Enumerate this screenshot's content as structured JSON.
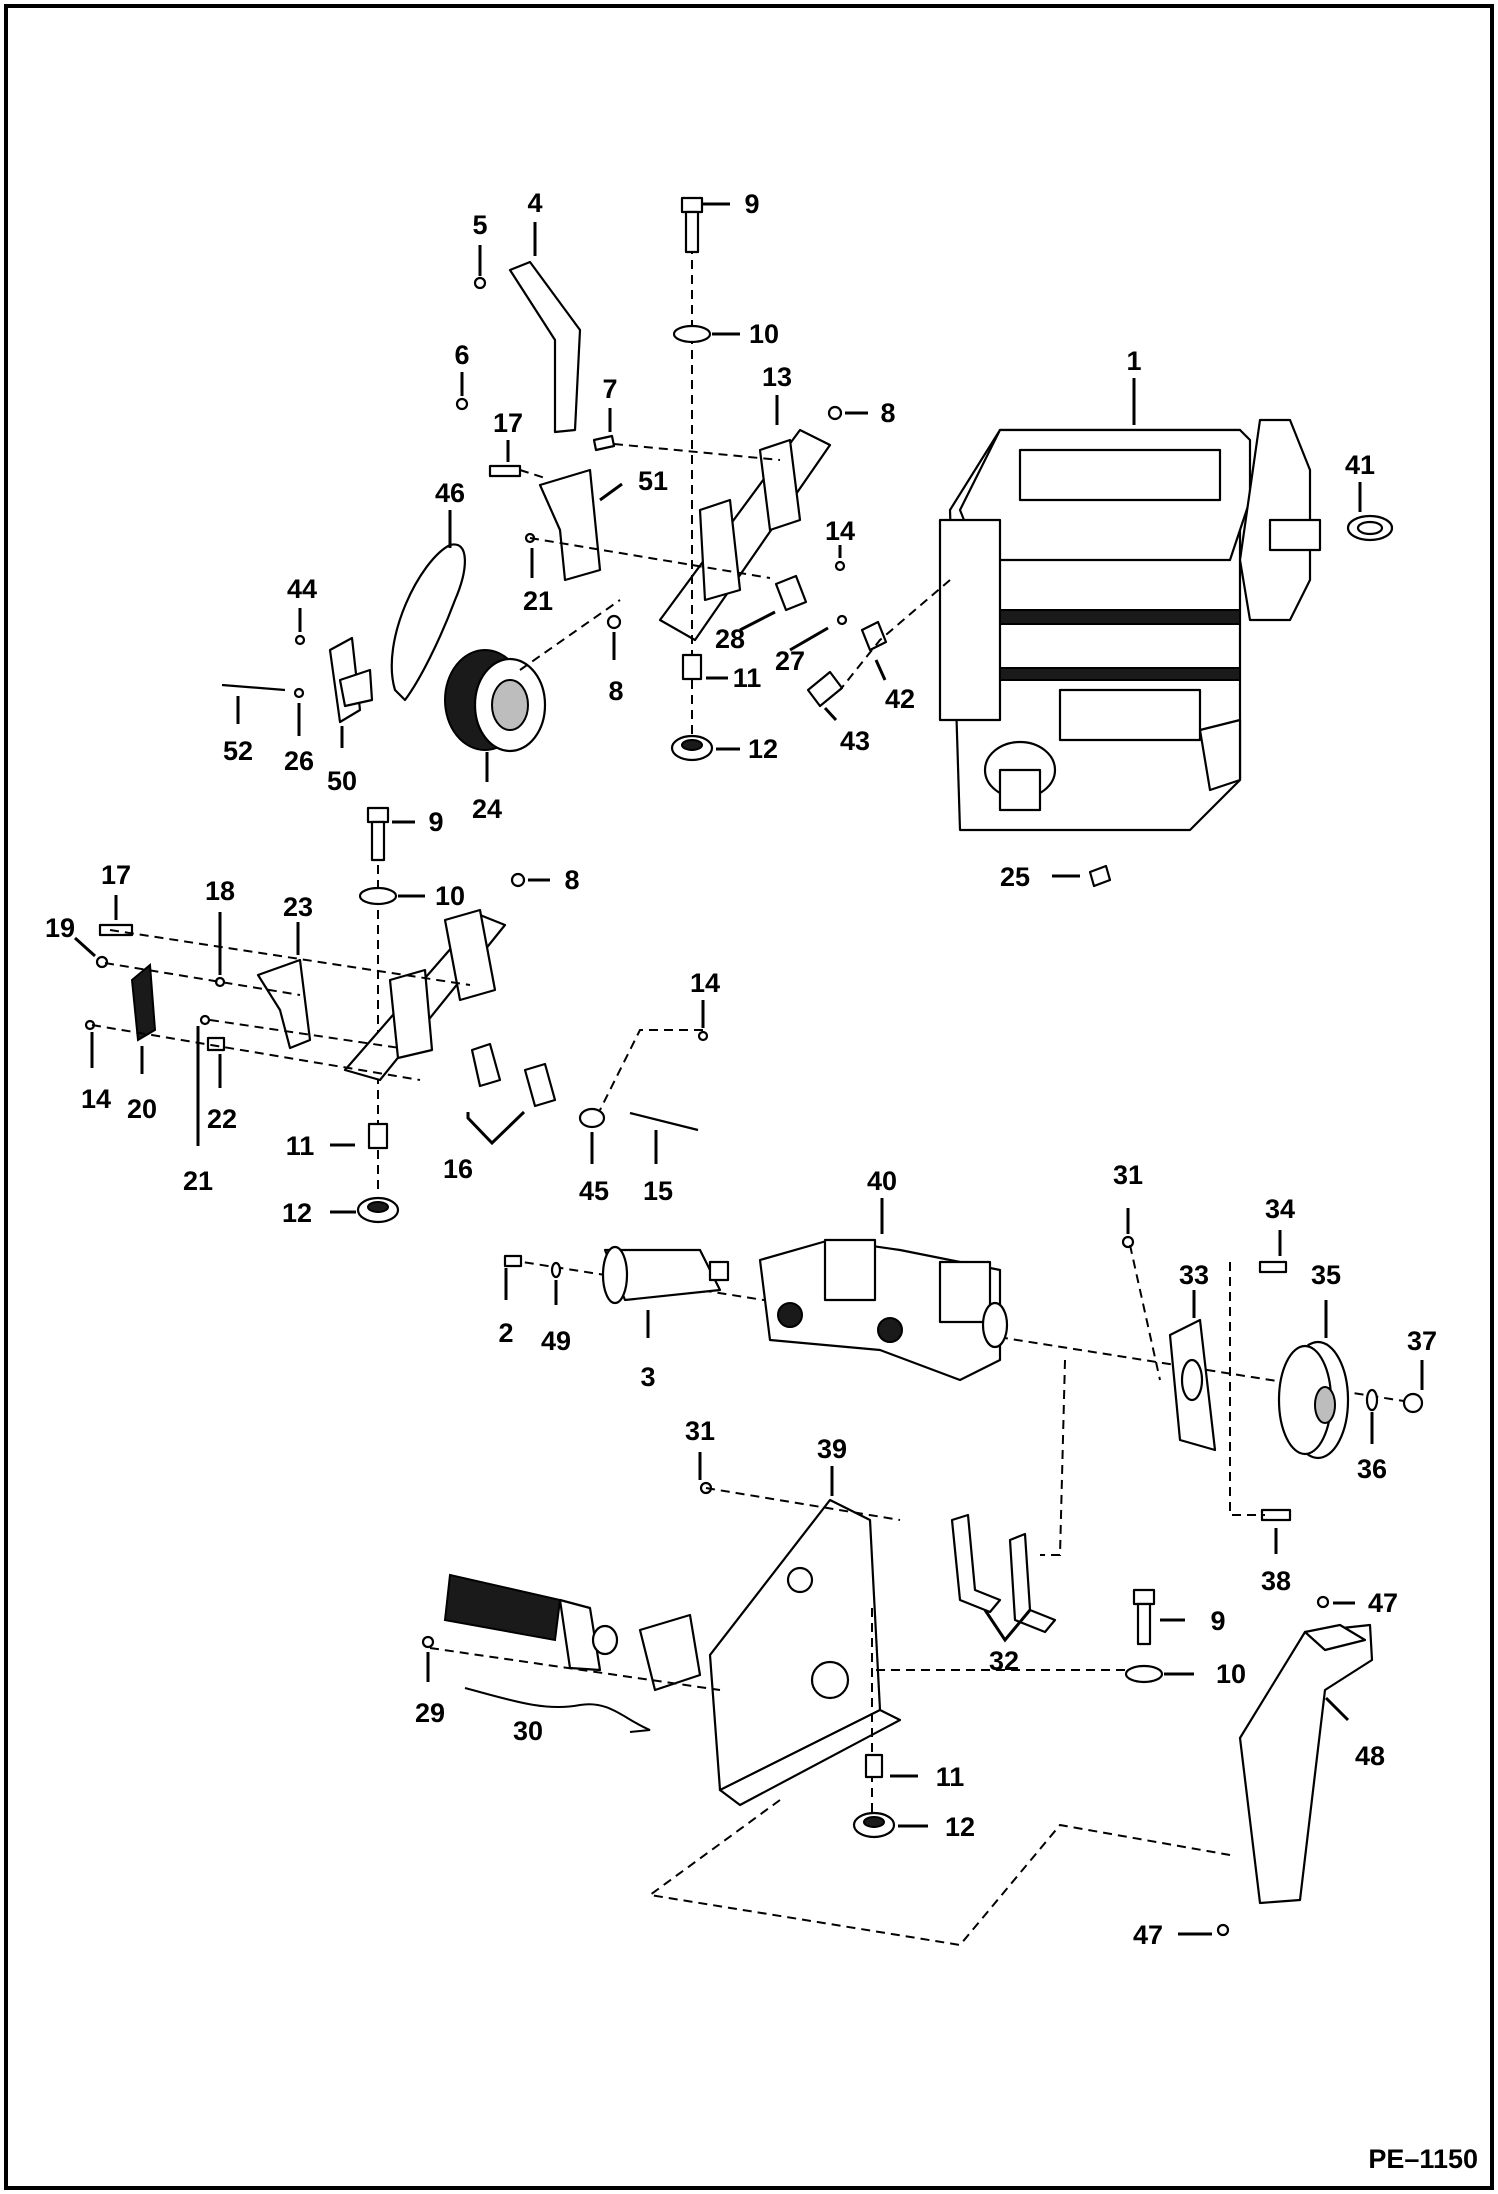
{
  "diagram_code": "PE–1150",
  "callouts": [
    {
      "id": "c1",
      "text": "1"
    },
    {
      "id": "c41",
      "text": "41"
    },
    {
      "id": "c42",
      "text": "42"
    },
    {
      "id": "c43",
      "text": "43"
    },
    {
      "id": "c25",
      "text": "25"
    },
    {
      "id": "c9a",
      "text": "9"
    },
    {
      "id": "c10a",
      "text": "10"
    },
    {
      "id": "c13",
      "text": "13"
    },
    {
      "id": "c8a",
      "text": "8"
    },
    {
      "id": "c14a",
      "text": "14"
    },
    {
      "id": "c27",
      "text": "27"
    },
    {
      "id": "c28",
      "text": "28"
    },
    {
      "id": "c11a",
      "text": "11"
    },
    {
      "id": "c12a",
      "text": "12"
    },
    {
      "id": "c8b",
      "text": "8"
    },
    {
      "id": "c7",
      "text": "7"
    },
    {
      "id": "c5",
      "text": "5"
    },
    {
      "id": "c4",
      "text": "4"
    },
    {
      "id": "c6",
      "text": "6"
    },
    {
      "id": "c17a",
      "text": "17"
    },
    {
      "id": "c51",
      "text": "51"
    },
    {
      "id": "c46",
      "text": "46"
    },
    {
      "id": "c21a",
      "text": "21"
    },
    {
      "id": "c44",
      "text": "44"
    },
    {
      "id": "c52",
      "text": "52"
    },
    {
      "id": "c26",
      "text": "26"
    },
    {
      "id": "c50",
      "text": "50"
    },
    {
      "id": "c24",
      "text": "24"
    },
    {
      "id": "c9b",
      "text": "9"
    },
    {
      "id": "c10b",
      "text": "10"
    },
    {
      "id": "c8c",
      "text": "8"
    },
    {
      "id": "c17b",
      "text": "17"
    },
    {
      "id": "c18",
      "text": "18"
    },
    {
      "id": "c23",
      "text": "23"
    },
    {
      "id": "c19",
      "text": "19"
    },
    {
      "id": "c14b",
      "text": "14"
    },
    {
      "id": "c20",
      "text": "20"
    },
    {
      "id": "c22",
      "text": "22"
    },
    {
      "id": "c21b",
      "text": "21"
    },
    {
      "id": "c14c",
      "text": "14"
    },
    {
      "id": "c11b",
      "text": "11"
    },
    {
      "id": "c12b",
      "text": "12"
    },
    {
      "id": "c16",
      "text": "16"
    },
    {
      "id": "c45",
      "text": "45"
    },
    {
      "id": "c15",
      "text": "15"
    },
    {
      "id": "c40",
      "text": "40"
    },
    {
      "id": "c31a",
      "text": "31"
    },
    {
      "id": "c34",
      "text": "34"
    },
    {
      "id": "c33",
      "text": "33"
    },
    {
      "id": "c35",
      "text": "35"
    },
    {
      "id": "c37",
      "text": "37"
    },
    {
      "id": "c36",
      "text": "36"
    },
    {
      "id": "c2",
      "text": "2"
    },
    {
      "id": "c49",
      "text": "49"
    },
    {
      "id": "c3",
      "text": "3"
    },
    {
      "id": "c31b",
      "text": "31"
    },
    {
      "id": "c39",
      "text": "39"
    },
    {
      "id": "c38",
      "text": "38"
    },
    {
      "id": "c47a",
      "text": "47"
    },
    {
      "id": "c9c",
      "text": "9"
    },
    {
      "id": "c10c",
      "text": "10"
    },
    {
      "id": "c48",
      "text": "48"
    },
    {
      "id": "c32",
      "text": "32"
    },
    {
      "id": "c29",
      "text": "29"
    },
    {
      "id": "c30",
      "text": "30"
    },
    {
      "id": "c11c",
      "text": "11"
    },
    {
      "id": "c12c",
      "text": "12"
    },
    {
      "id": "c47b",
      "text": "47"
    }
  ]
}
